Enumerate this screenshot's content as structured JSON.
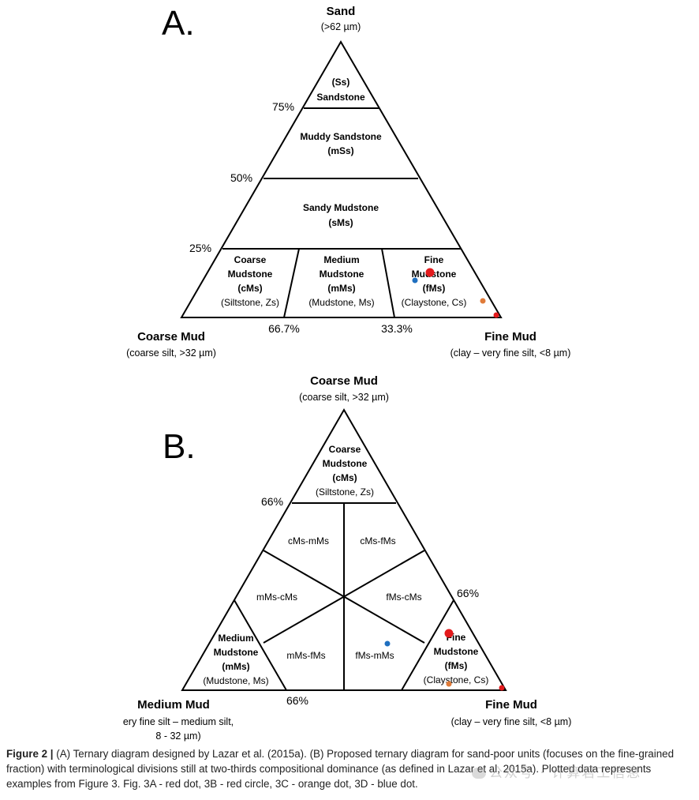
{
  "panel_a": {
    "letter": "A.",
    "top_vertex": {
      "title": "Sand",
      "sub": "(>62 µm)"
    },
    "left_vertex": {
      "title": "Coarse Mud",
      "sub": "(coarse silt, >32 µm)"
    },
    "right_vertex": {
      "title": "Fine Mud",
      "sub": "(clay – very fine silt, <8 µm)"
    },
    "side_ticks": [
      "75%",
      "50%",
      "25%"
    ],
    "base_ticks": [
      "66.7%",
      "33.3%"
    ],
    "regions": {
      "ss": [
        "(Ss)",
        "Sandstone"
      ],
      "mss": [
        "Muddy Sandstone",
        "(mSs)"
      ],
      "sms": [
        "Sandy Mudstone",
        "(sMs)"
      ],
      "cms": [
        "Coarse",
        "Mudstone",
        "(cMs)",
        "(Siltstone, Zs)"
      ],
      "mms": [
        "Medium",
        "Mudstone",
        "(mMs)",
        "(Mudstone, Ms)"
      ],
      "fms": [
        "Fine",
        "Mudstone",
        "(fMs)",
        "(Claystone, Cs)"
      ]
    }
  },
  "panel_b": {
    "letter": "B.",
    "top_vertex": {
      "title": "Coarse Mud",
      "sub": "(coarse silt, >32 µm)"
    },
    "left_vertex": {
      "title": "Medium Mud",
      "sub1": "ery fine silt – medium silt,",
      "sub2": "8 - 32 µm)"
    },
    "right_vertex": {
      "title": "Fine Mud",
      "sub": "(clay – very fine silt, <8 µm)"
    },
    "ticks": [
      "66%",
      "66%",
      "66%"
    ],
    "regions": {
      "top": [
        "Coarse",
        "Mudstone",
        "(cMs)",
        "(Siltstone, Zs)"
      ],
      "left": [
        "Medium",
        "Mudstone",
        "(mMs)",
        "(Mudstone, Ms)"
      ],
      "right": [
        "Fine",
        "Mudstone",
        "(fMs)",
        "(Claystone, Cs)"
      ],
      "cms_mms": "cMs-mMs",
      "cms_fms": "cMs-fMs",
      "mms_cms": "mMs-cMs",
      "fms_cms": "fMs-cMs",
      "mms_fms": "mMs-fMs",
      "fms_mms": "fMs-mMs"
    }
  },
  "markers": {
    "red_dot": "#e31a1c",
    "red_circle": "#e31a1c",
    "orange_dot": "#e07b39",
    "blue_dot": "#1f6fbf"
  },
  "caption": {
    "label": "Figure 2 |",
    "text": " (A) Ternary diagram designed by Lazar et al. (2015a). (B) Proposed ternary diagram for sand-poor units (focuses on the fine-grained fraction) with terminological divisions still at two-thirds compositional dominance (as defined in Lazar et al, 2015a). Plotted data represents examples from Figure 3. Fig. 3A - red dot, 3B - red circle, 3C - orange dot, 3D - blue dot."
  },
  "watermark": "公众号 · 计算君工信息"
}
